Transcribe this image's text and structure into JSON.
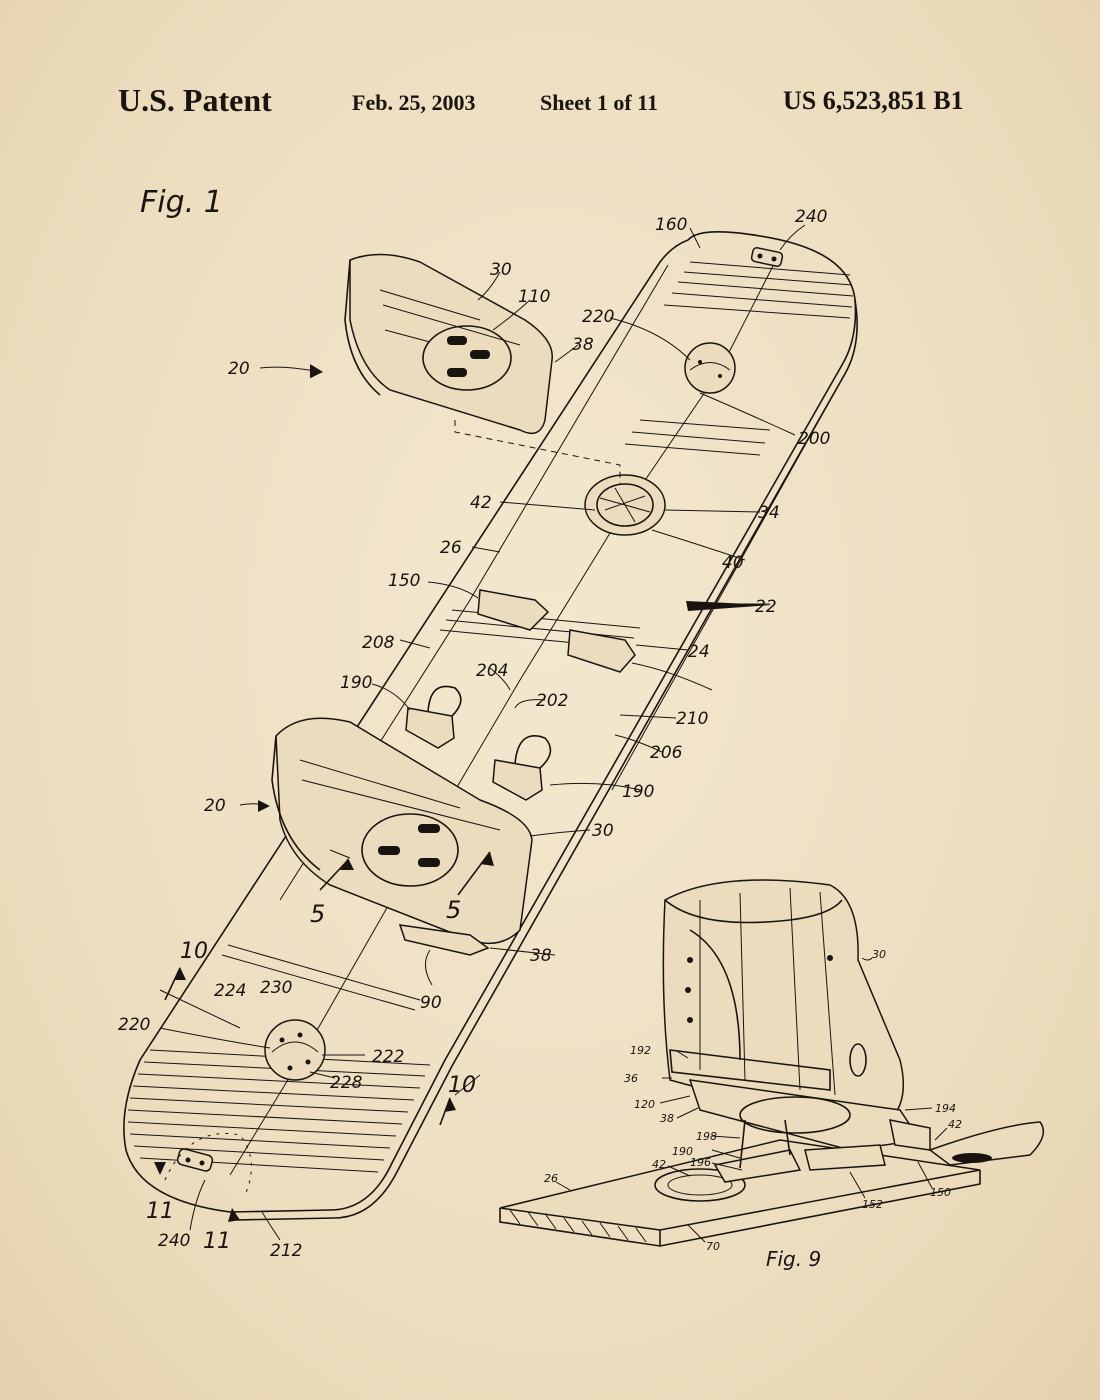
{
  "header": {
    "label": "U.S. Patent",
    "date": "Feb. 25, 2003",
    "sheet": "Sheet 1 of 11",
    "number": "US 6,523,851 B1"
  },
  "figures": {
    "fig1": "Fig. 1",
    "fig9": "Fig. 9"
  },
  "fig1_refs": [
    "160",
    "240",
    "30",
    "110",
    "220",
    "38",
    "20",
    "200",
    "42",
    "34",
    "26",
    "40",
    "22",
    "150",
    "24",
    "208",
    "204",
    "202",
    "190",
    "210",
    "206",
    "20",
    "190",
    "30",
    "5",
    "5",
    "38",
    "10",
    "90",
    "224",
    "230",
    "220",
    "222",
    "228",
    "10",
    "11",
    "11",
    "240",
    "212"
  ],
  "fig9_refs": [
    "30",
    "192",
    "36",
    "120",
    "38",
    "194",
    "42",
    "198",
    "190",
    "196",
    "42",
    "26",
    "152",
    "150",
    "70"
  ]
}
